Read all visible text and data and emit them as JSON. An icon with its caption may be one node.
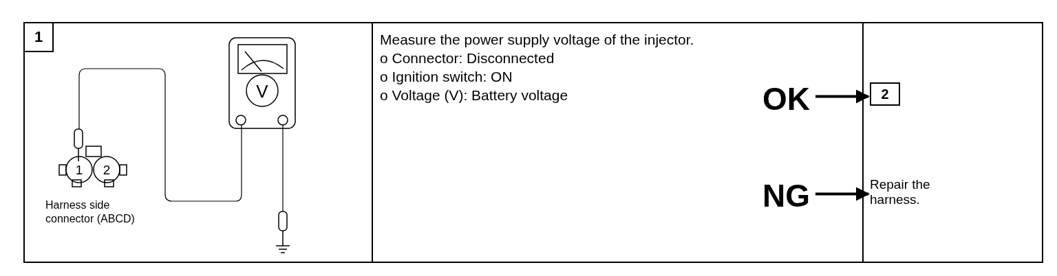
{
  "diagram": {
    "nodes": [
      {
        "text": [
          "1"
        ]
      },
      {
        "text": [
          "Measure the power supply voltage of the injector.",
          "o Connector: Disconnected",
          "o Ignition switch: ON",
          "o Voltage (V): Battery voltage"
        ]
      },
      {
        "text": [
          "OK"
        ]
      },
      {
        "text": [
          "2"
        ]
      },
      {
        "text": [
          "NG"
        ]
      },
      {
        "text": [
          "Repair the harness."
        ]
      }
    ],
    "edges": [
      {
        "from": 2,
        "to": 3,
        "arrow": "to"
      },
      {
        "from": 4,
        "to": 5,
        "arrow": "to"
      }
    ],
    "labels": [
      "1",
      "2",
      "V",
      "Harness side connector (ABCD)"
    ]
  }
}
